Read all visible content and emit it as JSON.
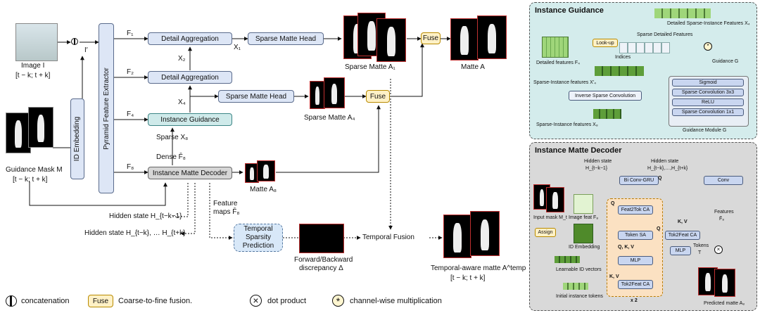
{
  "main": {
    "input_image_label": "Image I",
    "input_image_range": "[t − k; t + k]",
    "input_mask_label": "Guidance Mask M",
    "input_mask_range": "[t − k; t + k]",
    "i_prime": "I′",
    "id_embedding": "ID Embedding",
    "pyramid_extractor": "Pyramid Feature Extractor",
    "f1": "F₁",
    "f2": "F₂",
    "f4": "F₄",
    "f8": "F₈",
    "detail_agg_1": "Detail Aggregation",
    "detail_agg_2": "Detail Aggregation",
    "instance_guidance": "Instance Guidance",
    "instance_matte_decoder": "Instance Matte Decoder",
    "sparse_matte_head_1": "Sparse Matte Head",
    "sparse_matte_head_2": "Sparse Matte Head",
    "x1": "X₁",
    "x2": "X₂",
    "x4": "X₄",
    "sparse_x8": "Sparse X₈",
    "dense_f8": "Dense F̄₈",
    "fuse_1": "Fuse",
    "fuse_2": "Fuse",
    "sparse_matte_a1": "Sparse Matte A₁",
    "sparse_matte_a4": "Sparse Matte A₄",
    "matte_a": "Matte A",
    "matte_a8": "Matte A₈",
    "hidden_state_1": "Hidden state H_{t−k−1}",
    "hidden_state_2": "Hidden state H_{t−k}, … H_{t+k}",
    "feature_maps_1": "Feature",
    "feature_maps_2": "maps F̄₈",
    "temporal_sparsity": "Temporal Sparsity Prediction",
    "fb_discrepancy_1": "Forward/Backward",
    "fb_discrepancy_2": "discrepancy Δ",
    "temporal_fusion": "Temporal Fusion",
    "temporal_matte": "Temporal-aware matte A^temp",
    "temporal_matte_range": "[t − k; t + k]"
  },
  "legend": {
    "concatenation": "concatenation",
    "fuse_chip": "Fuse",
    "fuse_desc": "Coarse-to-fine fusion.",
    "dot_product": "dot product",
    "channel_mult": "channel-wise multiplication"
  },
  "instance_guidance_panel": {
    "title": "Instance Guidance",
    "detailed_sparse_instance": "Detailed Sparse-Instance Features X₄",
    "sparse_detailed": "Sparse Detailed Features",
    "lookup": "Look-up",
    "indices": "Indices",
    "guidance_g": "Guidance G",
    "detailed_features_f4": "Detailed features F₄",
    "sparse_instance_x4": "Sparse-Instance features X′₄",
    "inverse_sparse_conv": "Inverse Sparse Convolution",
    "sparse_instance_x8": "Sparse-Instance features X₈",
    "sigmoid": "Sigmoid",
    "sparse_conv_3": "Sparse Convolution 3x3",
    "relu": "ReLU",
    "sparse_conv_1": "Sparse Convolution 1x1",
    "guidance_module": "Guidance Module G"
  },
  "decoder_panel": {
    "title": "Instance Matte Decoder",
    "hidden_state_a_1": "Hidden state",
    "hidden_state_a_2": "H_{t−k−1}",
    "hidden_state_b_1": "Hidden state",
    "hidden_state_b_2": "H_{t−k},…,H_{t+k}",
    "bi_conv_gru": "Bi Conv-GRU",
    "conv": "Conv",
    "input_mask": "Input mask M_t",
    "image_feat": "Image feat F₈",
    "id_embedding": "ID Embedding",
    "assign": "Assign",
    "feat2tok_ca": "Feat2Tok CA",
    "token_sa": "Token SA",
    "mlp_1": "MLP",
    "tok2feat_ca_inner": "Tok2Feat CA",
    "tok2feat_ca_outer": "Tok2Feat CA",
    "mlp_2": "MLP",
    "tokens": "Tokens",
    "tokens_t": "T",
    "q1": "Q",
    "kv1": "K, V",
    "q2": "Q",
    "qkv": "Q, K, V",
    "kv2": "K, V",
    "q3": "Q",
    "features_1": "Features",
    "features_2": "F̄₈",
    "learnable_id": "Learnable ID vectors",
    "initial_tokens": "Initial instance tokens",
    "x2": "x 2",
    "predicted_matte": "Predicted matte A₈"
  }
}
